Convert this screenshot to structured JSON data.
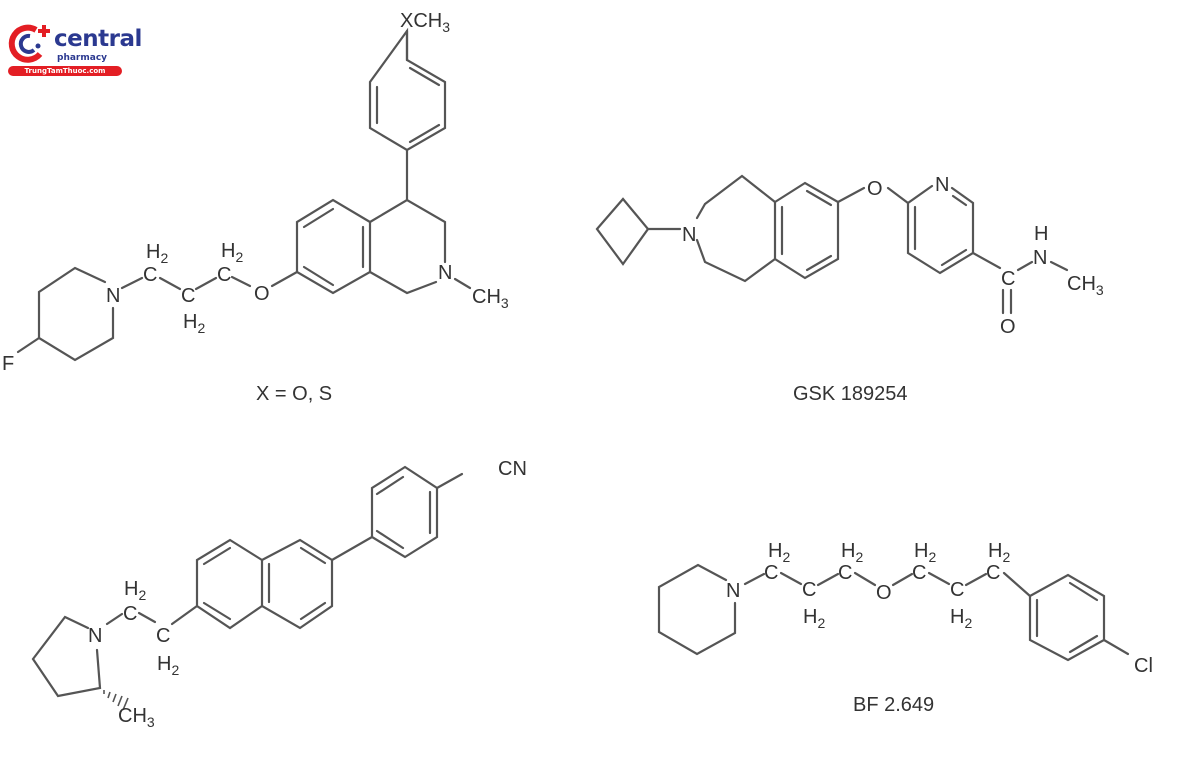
{
  "logo": {
    "brand": "central",
    "subtitle": "pharmacy",
    "website": "TrungTamThuoc.com",
    "colors": {
      "primary": "#2b3990",
      "accent": "#e31e24"
    }
  },
  "structures": [
    {
      "id": "tetrahydroisoquinoline",
      "caption": "X = O, S",
      "atoms": {
        "top_group": "XCH",
        "top_sub": "3",
        "n_methyl": "CH",
        "n_methyl_sub": "3",
        "ring_n": "N",
        "ether_o": "O",
        "pip_n": "N",
        "fluoro": "F",
        "c": "C",
        "h2": "H",
        "h2_sub": "2"
      }
    },
    {
      "id": "gsk-189254",
      "caption": "GSK 189254",
      "atoms": {
        "azepine_n": "N",
        "ether_o": "O",
        "pyridine_n": "N",
        "amide_c": "C",
        "amide_o": "O",
        "amide_h": "H",
        "amide_n": "N",
        "methyl": "CH",
        "methyl_sub": "3"
      }
    },
    {
      "id": "naphthalene-pyrrolidine",
      "caption": "",
      "atoms": {
        "nitrile": "CN",
        "pyr_n": "N",
        "methyl": "CH",
        "methyl_sub": "3",
        "c": "C",
        "h2": "H",
        "h2_sub": "2"
      }
    },
    {
      "id": "bf-2649",
      "caption": "BF 2.649",
      "atoms": {
        "pip_n": "N",
        "ether_o": "O",
        "chloro": "Cl",
        "c": "C",
        "h2": "H",
        "h2_sub": "2"
      }
    }
  ]
}
